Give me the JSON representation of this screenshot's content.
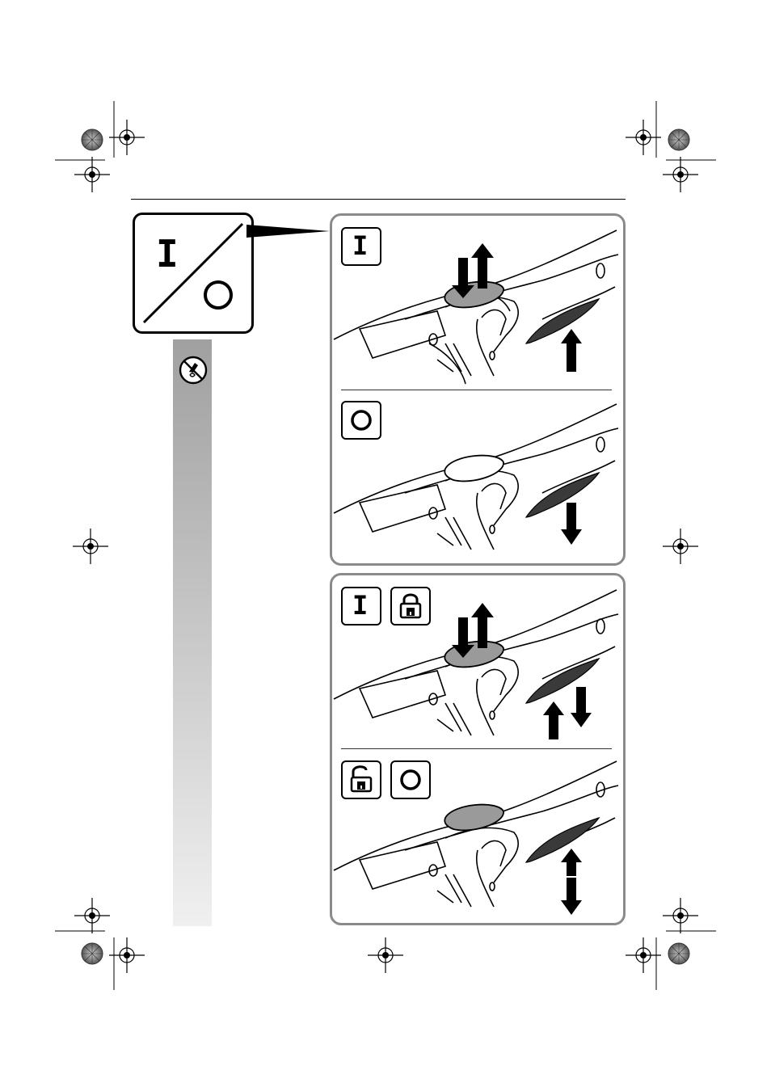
{
  "symbols": {
    "on": "I",
    "off": "O"
  },
  "icons": {
    "lock": "lock-icon",
    "unlock": "unlock-icon",
    "no_water": "no-water-icon",
    "registration": "registration-mark-icon",
    "color_target": "color-target-icon"
  },
  "colors": {
    "frame": "#8a8a8a",
    "side_bar_top": "#a0a0a0",
    "side_bar_bottom": "#f0f0f0",
    "switch_fill": "#9a9a9a",
    "trigger_fill": "#3a3a3a",
    "ink": "#000000"
  },
  "panels": [
    {
      "id": "panel-1",
      "labels": [
        "I"
      ],
      "step_top": "switch-on",
      "step_bottom": "switch-off"
    },
    {
      "id": "panel-2",
      "labels": [
        "I",
        "lock",
        "unlock",
        "O"
      ],
      "step_top": "lock-on",
      "step_bottom": "unlock-off"
    }
  ]
}
